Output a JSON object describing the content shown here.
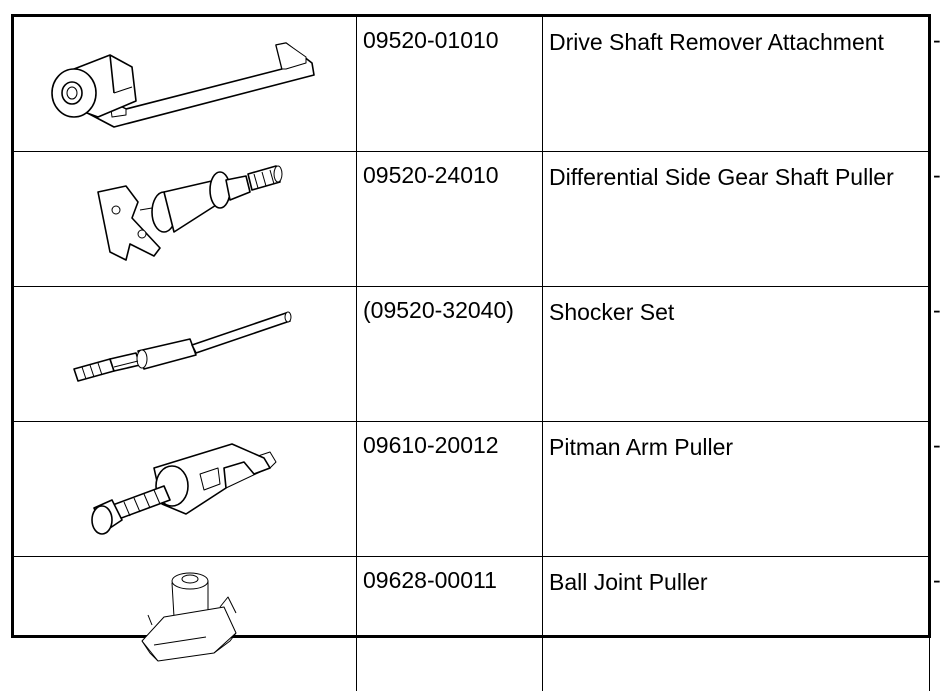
{
  "rows": [
    {
      "part_number": "09520-01010",
      "name": "Drive Shaft Remover Attachment",
      "note": "-",
      "icon": "drive-shaft-remover-attachment-icon"
    },
    {
      "part_number": "09520-24010",
      "name": "Differential Side Gear Shaft Puller",
      "note": "-",
      "icon": "differential-side-gear-shaft-puller-icon"
    },
    {
      "part_number": "(09520-32040)",
      "name": "Shocker Set",
      "note": "-",
      "icon": "shocker-set-icon"
    },
    {
      "part_number": "09610-20012",
      "name": "Pitman Arm Puller",
      "note": "-",
      "icon": "pitman-arm-puller-icon"
    },
    {
      "part_number": "09628-00011",
      "name": "Ball Joint Puller",
      "note": "-",
      "icon": "ball-joint-puller-icon"
    }
  ]
}
